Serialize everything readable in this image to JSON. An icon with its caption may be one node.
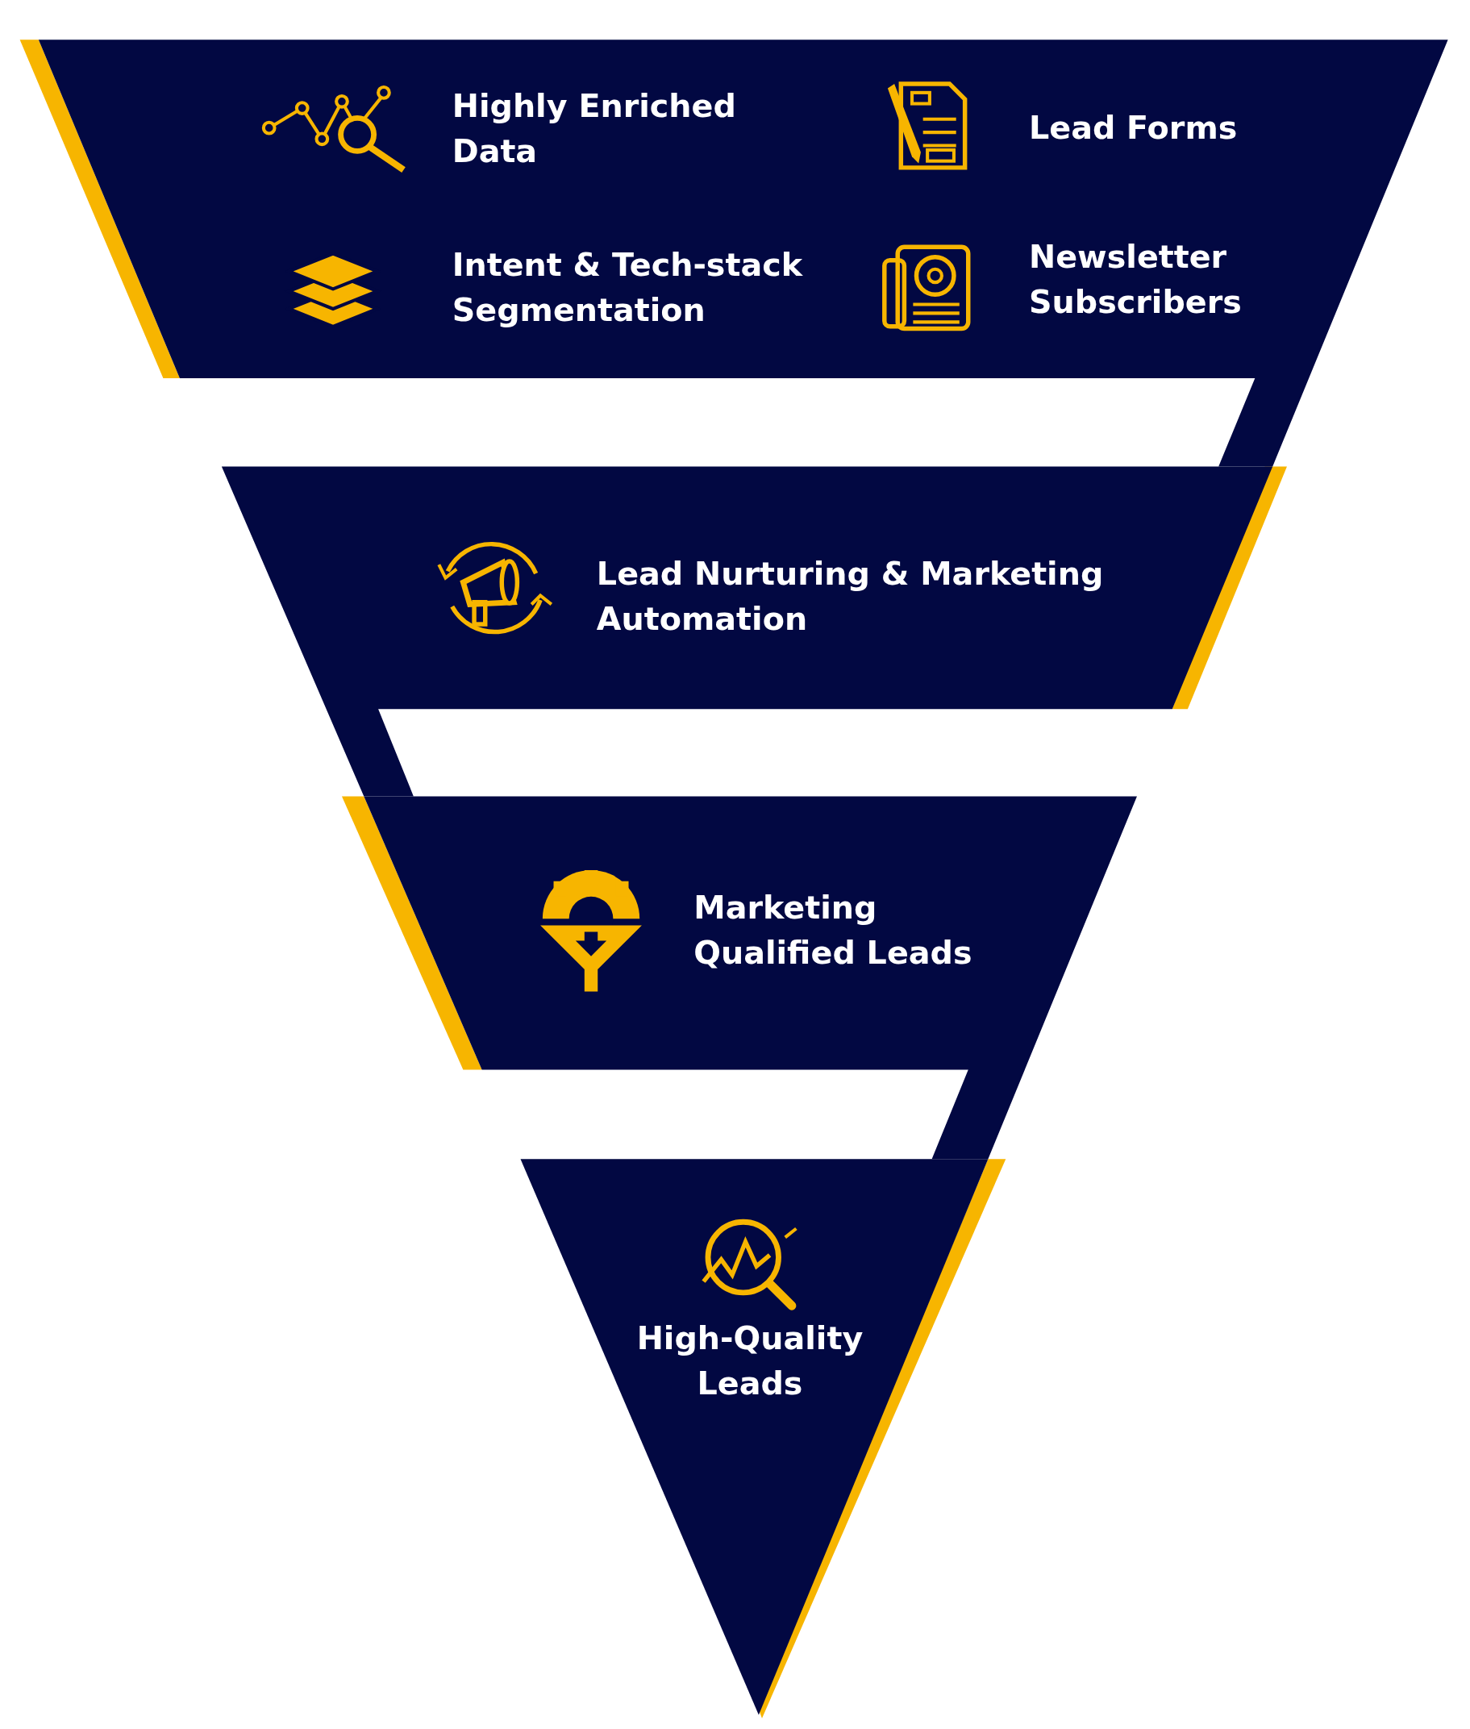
{
  "diagram": {
    "nodes": [
      {
        "text": [
          "Highly Enriched Data",
          "Lead Forms",
          "Intent & Tech-stack Segmentation",
          "Newsletter Subscribers"
        ]
      },
      {
        "text": [
          "Lead Nurturing & Marketing Automation"
        ]
      },
      {
        "text": [
          "Marketing Qualified Leads"
        ]
      },
      {
        "text": [
          "High-Quality Leads"
        ]
      }
    ],
    "edges": []
  }
}
